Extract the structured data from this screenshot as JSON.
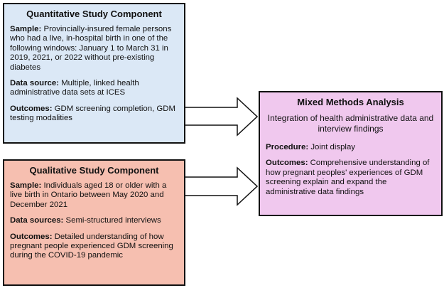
{
  "quantitative": {
    "title": "Quantitative Study Component",
    "sample_label": "Sample:",
    "sample_text": "Provincially-insured female persons who had a live, in-hospital birth in one of the following windows: January 1 to March 31 in 2019, 2021, or 2022 without pre-existing diabetes",
    "data_source_label": "Data source:",
    "data_source_text": "Multiple, linked health administrative data sets at ICES",
    "outcomes_label": "Outcomes:",
    "outcomes_text": "GDM screening completion, GDM testing modalities"
  },
  "qualitative": {
    "title": "Qualitative Study Component",
    "sample_label": "Sample:",
    "sample_text": "Individuals aged 18 or older with a live birth in Ontario between May 2020 and December 2021",
    "data_sources_label": "Data sources:",
    "data_sources_text": "Semi-structured interviews",
    "outcomes_label": "Outcomes:",
    "outcomes_text": "Detailed understanding of how pregnant people experienced GDM screening during the COVID-19 pandemic"
  },
  "mixed": {
    "title": "Mixed Methods Analysis",
    "intro": "Integration of health administrative data and interview findings",
    "procedure_label": "Procedure:",
    "procedure_text": "Joint display",
    "outcomes_label": "Outcomes:",
    "outcomes_text": "Comprehensive understanding of how pregnant peoples' experiences of GDM screening explain and expand the administrative data findings"
  },
  "colors": {
    "quantitative_fill": "#dbe8f6",
    "qualitative_fill": "#f6bfb0",
    "mixed_fill": "#f0c8ee",
    "border": "#111111",
    "arrow_fill": "#ffffff"
  }
}
